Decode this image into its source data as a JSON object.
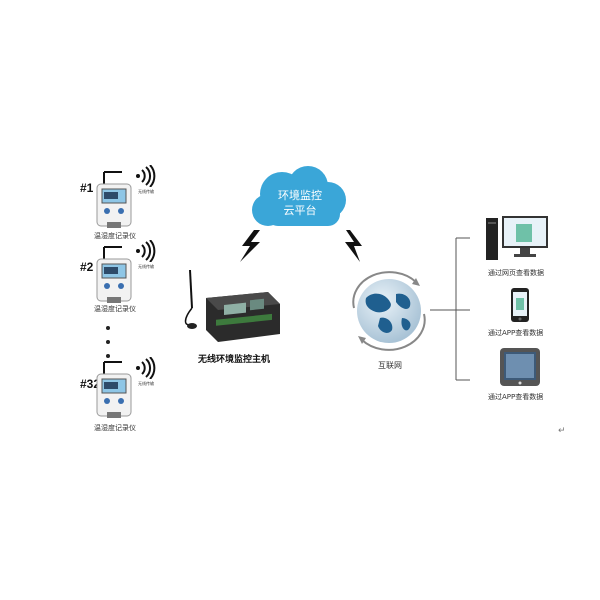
{
  "sensors": [
    {
      "number": "#1",
      "label": "温湿度记录仪",
      "signal_text": "无线传输"
    },
    {
      "number": "#2",
      "label": "温湿度记录仪",
      "signal_text": "无线传输"
    },
    {
      "number": "#32",
      "label": "温湿度记录仪",
      "signal_text": "无线传输"
    }
  ],
  "ellipsis": "•\n•\n•",
  "host": {
    "label": "无线环境监控主机"
  },
  "cloud": {
    "line1": "环境监控",
    "line2": "云平台"
  },
  "internet": {
    "label": "互联网"
  },
  "clients": [
    {
      "label": "通过网页查看数据",
      "icon": "desktop-computer"
    },
    {
      "label": "通过APP查看数据",
      "icon": "smartphone"
    },
    {
      "label": "通过APP查看数据",
      "icon": "tablet"
    }
  ],
  "corner_mark": "↵",
  "colors": {
    "cloud": "#3aa6d8",
    "lightning": "#111111",
    "sensor_screen": "#8ec6e6",
    "sensor_body": "#f2f2f2"
  }
}
